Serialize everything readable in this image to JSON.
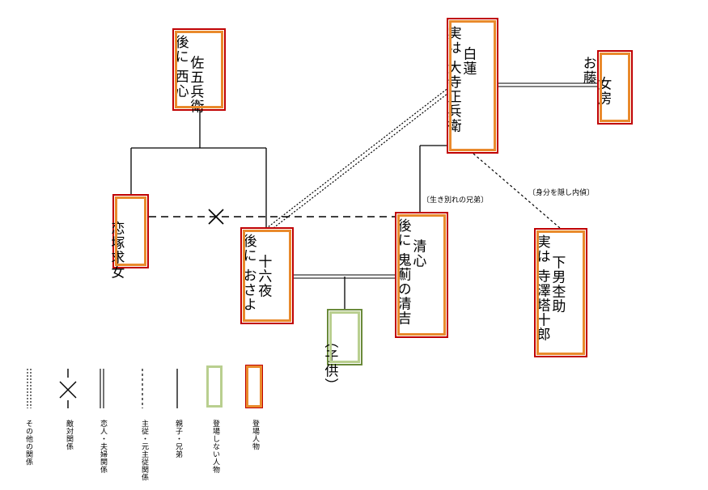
{
  "characters": {
    "gohei": [
      "佐五兵衛",
      "後に 西心"
    ],
    "byakuren": [
      "白蓮",
      "実は 大寺正兵衛"
    ],
    "nyobo": [
      "女房",
      "お藤"
    ],
    "koizuka": [
      "恋塚求女"
    ],
    "izayoi": [
      "十六夜",
      "後に おさよ"
    ],
    "seishin": [
      "清心",
      "後に 鬼薊の清吉"
    ],
    "child": [
      "（子供）"
    ],
    "genan": [
      "下男杢助",
      "実は 寺澤塔十郎"
    ]
  },
  "annotations": {
    "seishin_relation": "〔生き別れの兄弟〕",
    "genan_relation": "〔身分を隠し内偵〕"
  },
  "legend": [
    {
      "label": "その他の関係",
      "style": "double-dotted"
    },
    {
      "label": "敵対関係",
      "style": "cross"
    },
    {
      "label": "恋人・夫婦関係",
      "style": "double"
    },
    {
      "label": "主従・元主従関係",
      "style": "dotted"
    },
    {
      "label": "親子・兄弟",
      "style": "solid"
    },
    {
      "label": "登場しない人物",
      "style": "green-box"
    },
    {
      "label": "登場人物",
      "style": "orange-box"
    }
  ],
  "colors": {
    "onstage_border": "#e98a2c",
    "onstage_outer": "#c00000",
    "offstage_border": "#b9cf8f",
    "line": "#000000"
  }
}
